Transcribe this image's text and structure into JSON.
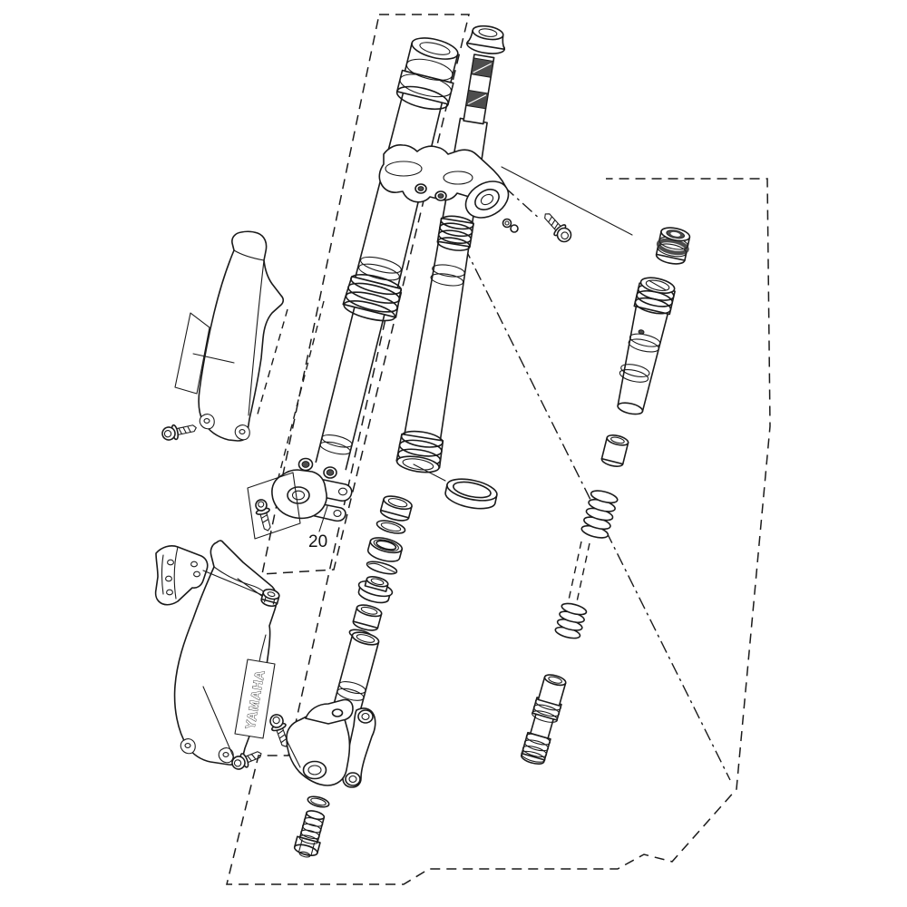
{
  "diagram": {
    "type": "exploded-parts-diagram",
    "callout": {
      "number": "20"
    },
    "logo": {
      "text": "YAMAHA"
    },
    "colors": {
      "background": "#ffffff",
      "line": "#1a1a1a",
      "seal_fill": "#8a8a8a",
      "dark_detail": "#4d4d4d"
    }
  }
}
